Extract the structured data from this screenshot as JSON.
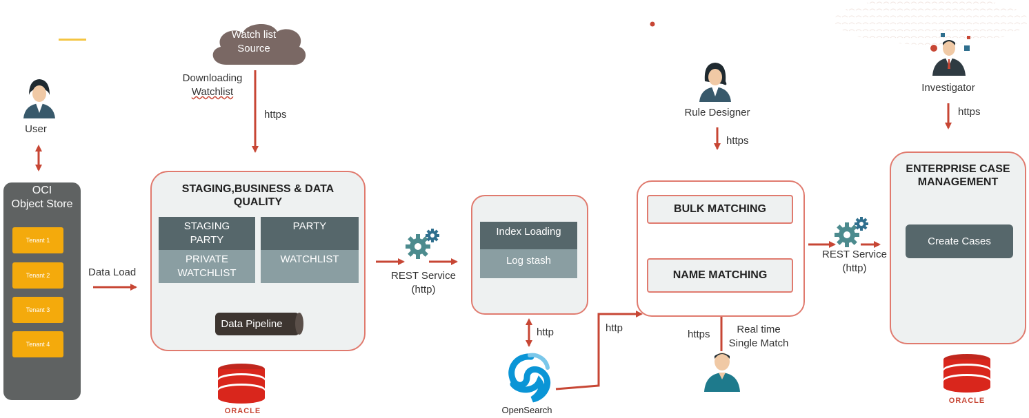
{
  "brand_colors": {
    "accent_red": "#c74634",
    "slate": "#56676b",
    "slate_light": "#8a9ea2",
    "tenant_yellow": "#f4aa0c",
    "panel_fill": "#eef1f1"
  },
  "watchlist_source": {
    "line1": "Watch list",
    "line2": "Source"
  },
  "downloading": {
    "line1": "Downloading",
    "line2": "Watchlist"
  },
  "https_top": "https",
  "user": {
    "label": "User",
    "icon": "user-icon"
  },
  "oci": {
    "line1": "OCI",
    "line2": "Object Store",
    "tenants": [
      "Tenant 1",
      "Tenant 2",
      "Tenant 3",
      "Tenant 4"
    ]
  },
  "data_load": "Data Load",
  "staging": {
    "title_line1": "STAGING,BUSINESS & DATA",
    "title_line2": "QUALITY",
    "staging_party": {
      "line1": "STAGING",
      "line2": "PARTY"
    },
    "private_watchlist": {
      "line1": "PRIVATE",
      "line2": "WATCHLIST"
    },
    "party": "PARTY",
    "watchlist": "WATCHLIST",
    "pipeline": "Data Pipeline"
  },
  "rest_left": {
    "line1": "REST Service",
    "line2": "(http)"
  },
  "index": {
    "loading": "Index Loading",
    "logstash": "Log stash"
  },
  "http_down": "http",
  "http_right": "http",
  "opensearch": "OpenSearch",
  "rule_designer": {
    "label": "Rule Designer",
    "https": "https"
  },
  "matching": {
    "bulk": "BULK MATCHING",
    "name": "NAME MATCHING"
  },
  "realtime": {
    "https": "https",
    "line1": "Real time",
    "line2": "Single Match"
  },
  "rest_right": {
    "line1": "REST Service",
    "line2": "(http)"
  },
  "investigator": {
    "label": "Investigator",
    "https": "https"
  },
  "ecm": {
    "line1": "ENTERPRISE CASE",
    "line2": "MANAGEMENT",
    "button": "Create Cases"
  },
  "oracle_logo": "ORACLE"
}
